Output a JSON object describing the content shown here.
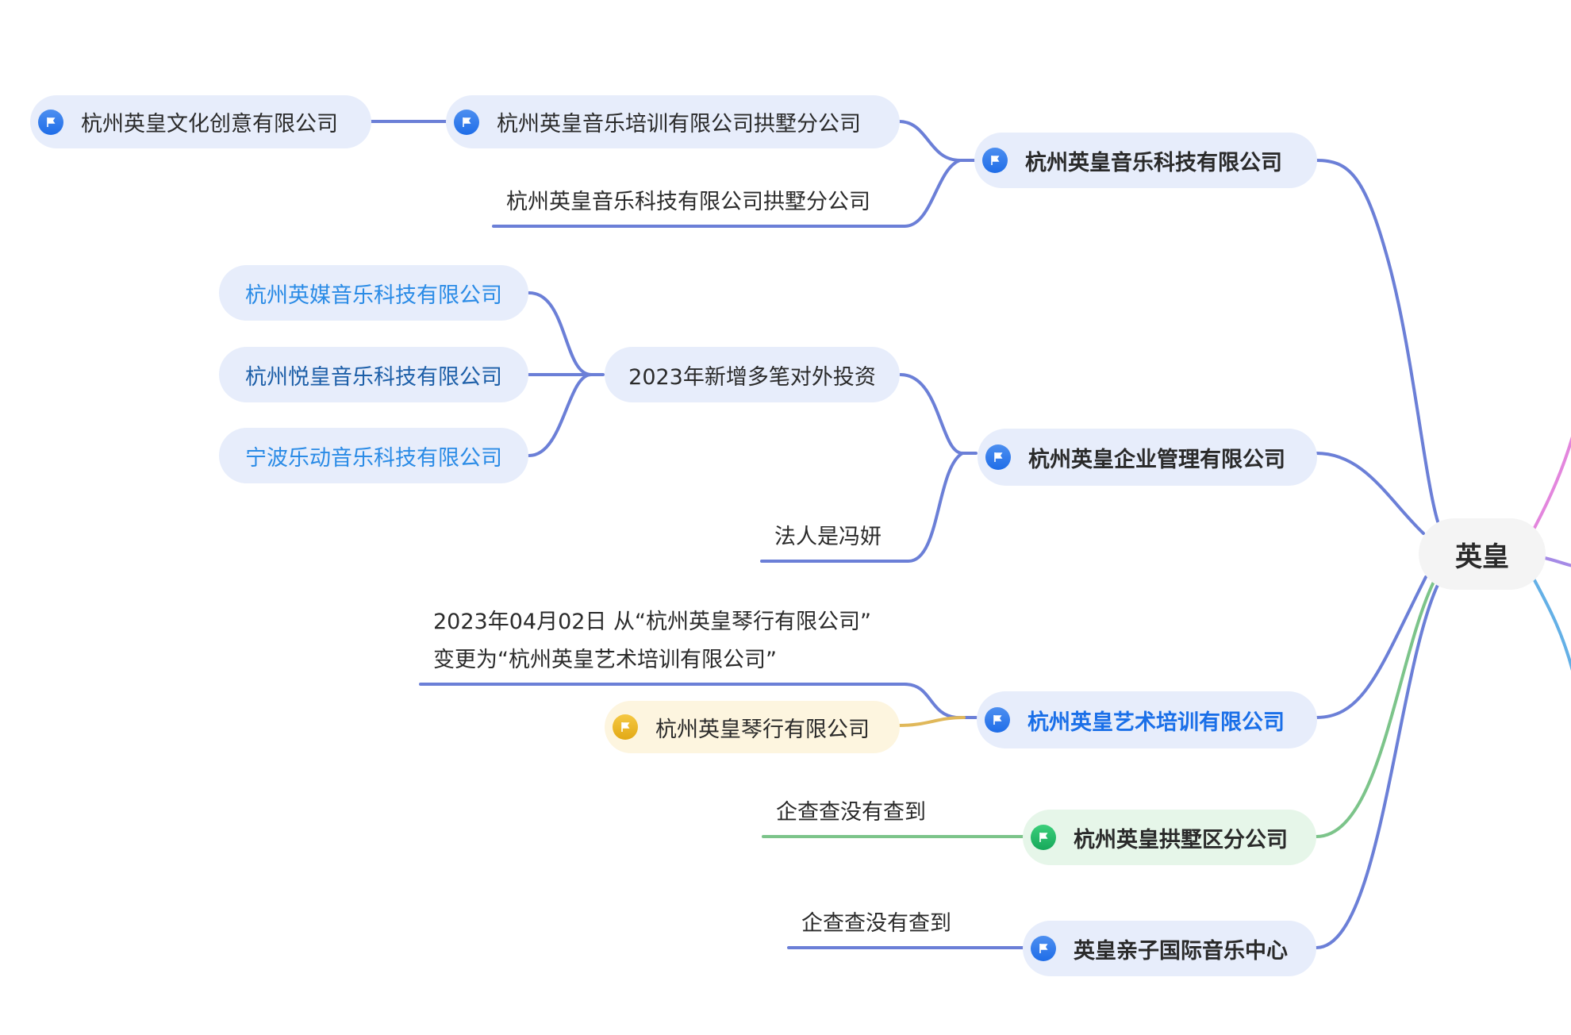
{
  "root": {
    "label": "英皇"
  },
  "colors": {
    "link_blue": "#6b7fd7",
    "link_green": "#7cc48a",
    "link_yellow": "#e0b85a",
    "link_pink": "#e386dd",
    "link_purple": "#a58ae6",
    "link_sky": "#64b0e6",
    "node_blue_bg": "#e7edfb",
    "node_yellow_bg": "#fdf5df",
    "node_green_bg": "#e6f6e9",
    "root_bg": "#f4f4f4"
  },
  "branches": [
    {
      "label": "杭州英皇音乐科技有限公司",
      "icon": "flag-icon",
      "children": [
        {
          "label": "杭州英皇音乐培训有限公司拱墅分公司",
          "icon": "flag-icon",
          "children": [
            {
              "label": "杭州英皇文化创意有限公司",
              "icon": "flag-icon"
            }
          ]
        },
        {
          "label": "杭州英皇音乐科技有限公司拱墅分公司",
          "type": "note"
        }
      ]
    },
    {
      "label": "杭州英皇企业管理有限公司",
      "icon": "flag-icon",
      "children": [
        {
          "label": "2023年新增多笔对外投资",
          "children": [
            {
              "label": "杭州英媒音乐科技有限公司"
            },
            {
              "label": "杭州悦皇音乐科技有限公司"
            },
            {
              "label": "宁波乐动音乐科技有限公司"
            }
          ]
        },
        {
          "label": "法人是冯妍",
          "type": "note"
        }
      ]
    },
    {
      "label": "杭州英皇艺术培训有限公司",
      "icon": "flag-icon",
      "children": [
        {
          "type": "note",
          "lines": [
            "2023年04月02日 从“杭州英皇琴行有限公司”",
            "变更为“杭州英皇艺术培训有限公司”"
          ]
        },
        {
          "label": "杭州英皇琴行有限公司",
          "icon": "flag-icon"
        }
      ]
    },
    {
      "label": "杭州英皇拱墅区分公司",
      "icon": "flag-icon",
      "children": [
        {
          "label": "企查查没有查到",
          "type": "note"
        }
      ]
    },
    {
      "label": "英皇亲子国际音乐中心",
      "icon": "flag-icon",
      "children": [
        {
          "label": "企查查没有查到",
          "type": "note"
        }
      ]
    }
  ]
}
